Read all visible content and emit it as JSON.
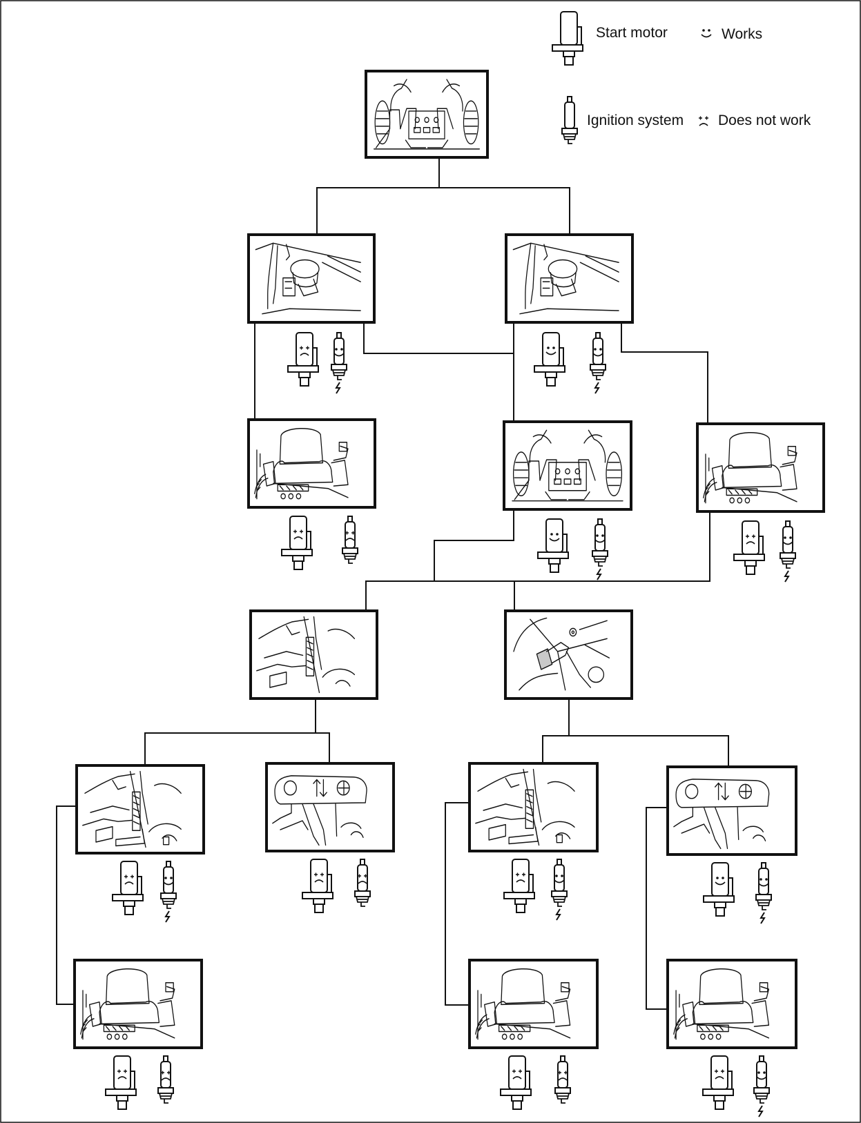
{
  "legend": {
    "start_motor_label": "Start motor",
    "works_label": "Works",
    "ignition_label": "Ignition system",
    "not_work_label": "Does not work"
  },
  "colors": {
    "line": "#111111",
    "background": "#ffffff",
    "photo_fill": "#ffffff"
  },
  "nodes": [
    {
      "id": "root",
      "scene": "dashboard-operator",
      "motor": null,
      "ignition": null
    },
    {
      "id": "key-a",
      "scene": "key-switch",
      "motor": "not-work",
      "ignition": "works-spark"
    },
    {
      "id": "key-b",
      "scene": "key-switch",
      "motor": "works",
      "ignition": "works-spark"
    },
    {
      "id": "seat-1",
      "scene": "seat-view",
      "motor": "not-work",
      "ignition": "not-work"
    },
    {
      "id": "op-2",
      "scene": "dashboard-operator",
      "motor": "works",
      "ignition": "works-spark"
    },
    {
      "id": "seat-3",
      "scene": "seat-view",
      "motor": "not-work",
      "ignition": "works-spark"
    },
    {
      "id": "levers",
      "scene": "levers",
      "motor": null,
      "ignition": null
    },
    {
      "id": "pedal",
      "scene": "brake-pedal",
      "motor": null,
      "ignition": null
    },
    {
      "id": "l-a",
      "scene": "levers-lock",
      "motor": "not-work",
      "ignition": "works-spark"
    },
    {
      "id": "l-b",
      "scene": "park-switch",
      "motor": "not-work",
      "ignition": "not-work"
    },
    {
      "id": "r-a",
      "scene": "levers-lock",
      "motor": "not-work",
      "ignition": "works-spark"
    },
    {
      "id": "r-b",
      "scene": "park-switch",
      "motor": "works",
      "ignition": "works-spark"
    },
    {
      "id": "seat-la",
      "scene": "seat-view",
      "motor": "not-work",
      "ignition": "not-work"
    },
    {
      "id": "seat-ra",
      "scene": "seat-view",
      "motor": "not-work",
      "ignition": "not-work"
    },
    {
      "id": "seat-rb",
      "scene": "seat-view",
      "motor": "not-work",
      "ignition": "works-spark"
    }
  ]
}
